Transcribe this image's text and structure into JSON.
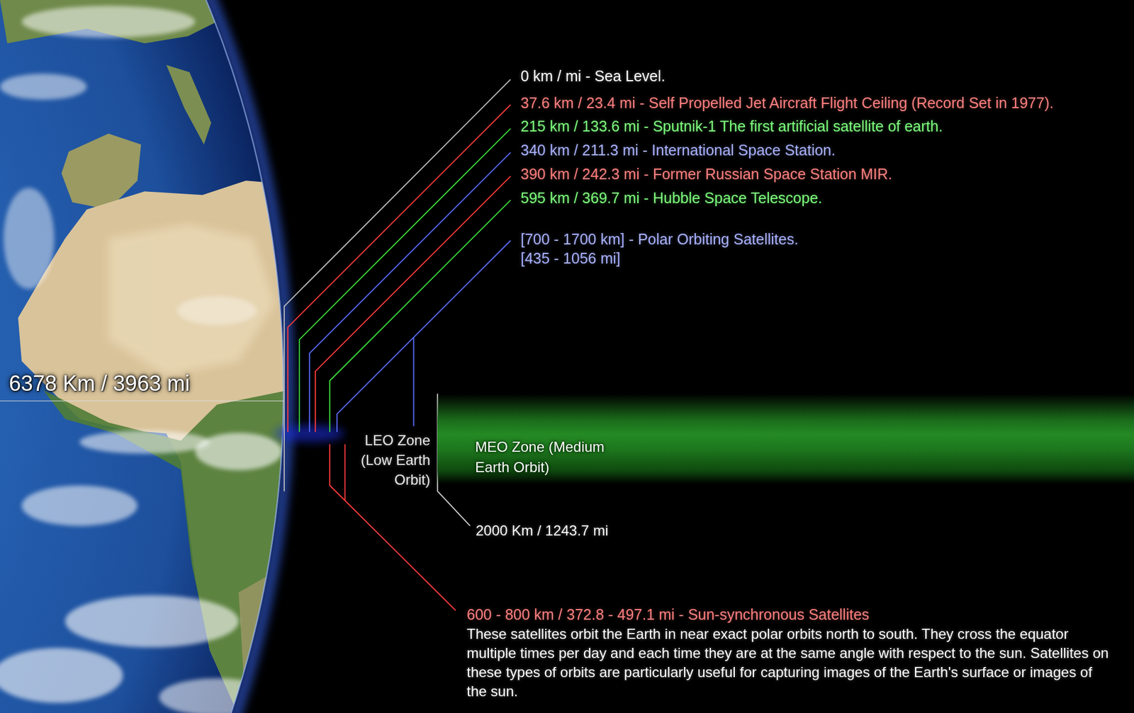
{
  "diagram": {
    "nodes": [
      {
        "text": [
          "MEO Zone (Medium Earth Orbit)"
        ]
      }
    ],
    "labels": [
      "6378 Km / 3963 mi",
      "0 km / mi - Sea Level.",
      "37.6 km / 23.4 mi - Self Propelled Jet Aircraft Flight Ceiling (Record Set in 1977).",
      "215 km / 133.6 mi - Sputnik-1 The first artificial satellite of earth.",
      "340 km / 211.3 mi - International Space Station.",
      "390 km / 242.3 mi - Former Russian Space Station MIR.",
      "595 km / 369.7 mi - Hubble Space Telescope.",
      "[700 - 1700 km] - Polar Orbiting Satellites. [435 - 1056 mi]",
      "LEO Zone (Low Earth Orbit)",
      "2000 Km / 1243.7 mi",
      "600 - 800 km / 372.8 - 497.1 mi - Sun-synchronous Satellites",
      "These satellites orbit the Earth in near exact polar orbits north to south. They cross the equator multiple times per day and each time they are at the same angle with respect to the sun. Satellites on these types of orbits are particularly useful for capturing images of the Earth's surface or images of the sun."
    ]
  }
}
